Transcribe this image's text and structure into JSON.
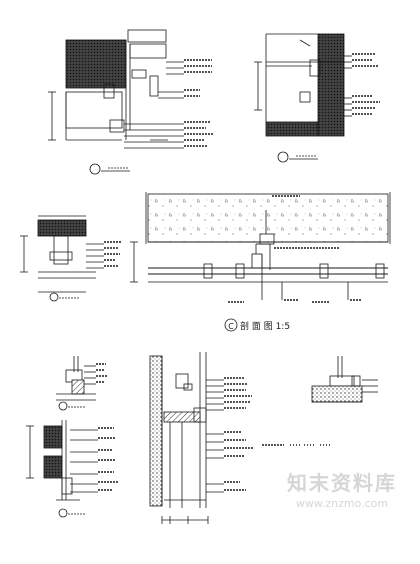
{
  "sheet": {
    "central_marker": "C",
    "central_title": "剖 面 图 1:5"
  },
  "watermark": {
    "name": "知末资料库",
    "url": "www.znzmo.com"
  },
  "colors": {
    "line": "#1a1a1a",
    "hatch": "#333333",
    "watermark": "#d6d6d6"
  }
}
